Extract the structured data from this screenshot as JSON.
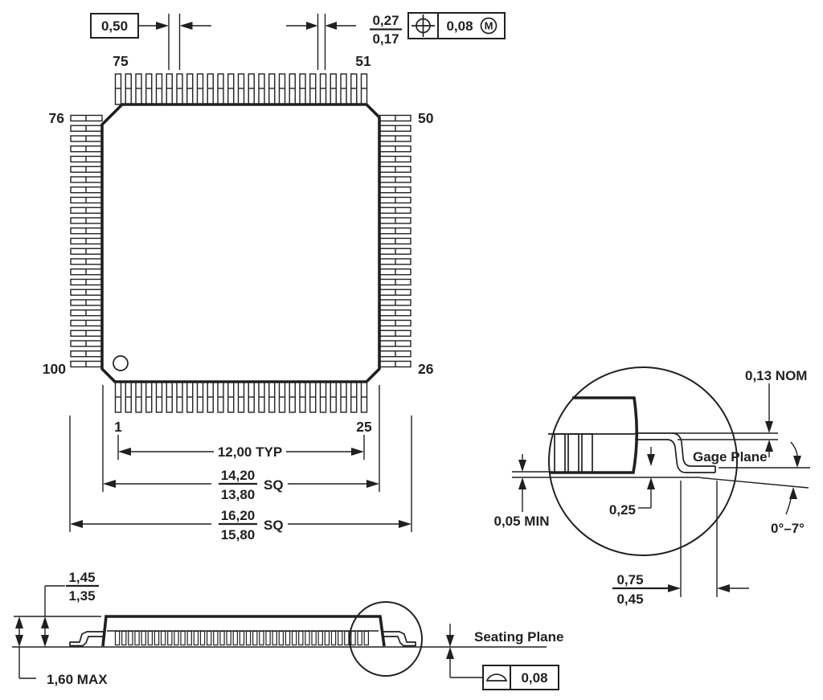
{
  "colors": {
    "ink": "#231f20",
    "paper": "#ffffff"
  },
  "icons": {
    "position_tolerance": "crosshair-circle-icon",
    "max_material_condition": "circled-M-icon",
    "seating_plane_flatness": "dome-on-baseline-icon",
    "pin_one_marker": "small-circle-icon"
  },
  "drawing": {
    "top_view": {
      "pins_per_side": 25,
      "pitch": "0,50",
      "lead_width_upper": "0,27",
      "lead_width_lower": "0,17",
      "position_tolerance": "0,08",
      "position_modifier": "M",
      "pin_top_left": "75",
      "pin_top_right": "51",
      "pin_left_top": "76",
      "pin_left_bottom": "100",
      "pin_right_top": "50",
      "pin_right_bottom": "26",
      "pin_bottom_left": "1",
      "pin_bottom_right": "25",
      "lead_span": "12,00 TYP",
      "body_upper": "14,20",
      "body_lower": "13,80",
      "body_suffix": "SQ",
      "overall_upper": "16,20",
      "overall_lower": "15,80",
      "overall_suffix": "SQ"
    },
    "detail": {
      "thickness": "0,13 NOM",
      "gage_plane": "Gage Plane",
      "standoff": "0,05 MIN",
      "gage_offset": "0,25",
      "angle": "0°–7°",
      "foot_upper": "0,75",
      "foot_lower": "0,45"
    },
    "side_view": {
      "body_height_upper": "1,45",
      "body_height_lower": "1,35",
      "max_height": "1,60 MAX",
      "seating_plane": "Seating Plane",
      "flatness_tolerance": "0,08"
    }
  }
}
